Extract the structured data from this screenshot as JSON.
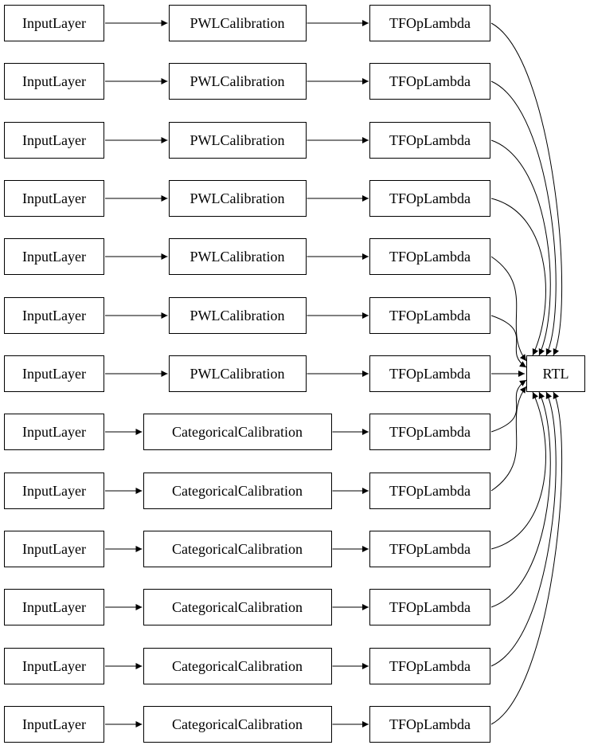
{
  "diagram": {
    "title": "keras-model-graph",
    "colors": {
      "node_border": "#000000",
      "node_fill": "#ffffff",
      "text": "#000000",
      "edge": "#000000"
    },
    "output_node": "RTL",
    "rows": [
      {
        "input": "InputLayer",
        "calibration": "PWLCalibration",
        "op": "TFOpLambda"
      },
      {
        "input": "InputLayer",
        "calibration": "PWLCalibration",
        "op": "TFOpLambda"
      },
      {
        "input": "InputLayer",
        "calibration": "PWLCalibration",
        "op": "TFOpLambda"
      },
      {
        "input": "InputLayer",
        "calibration": "PWLCalibration",
        "op": "TFOpLambda"
      },
      {
        "input": "InputLayer",
        "calibration": "PWLCalibration",
        "op": "TFOpLambda"
      },
      {
        "input": "InputLayer",
        "calibration": "PWLCalibration",
        "op": "TFOpLambda"
      },
      {
        "input": "InputLayer",
        "calibration": "PWLCalibration",
        "op": "TFOpLambda"
      },
      {
        "input": "InputLayer",
        "calibration": "CategoricalCalibration",
        "op": "TFOpLambda"
      },
      {
        "input": "InputLayer",
        "calibration": "CategoricalCalibration",
        "op": "TFOpLambda"
      },
      {
        "input": "InputLayer",
        "calibration": "CategoricalCalibration",
        "op": "TFOpLambda"
      },
      {
        "input": "InputLayer",
        "calibration": "CategoricalCalibration",
        "op": "TFOpLambda"
      },
      {
        "input": "InputLayer",
        "calibration": "CategoricalCalibration",
        "op": "TFOpLambda"
      },
      {
        "input": "InputLayer",
        "calibration": "CategoricalCalibration",
        "op": "TFOpLambda"
      }
    ]
  }
}
